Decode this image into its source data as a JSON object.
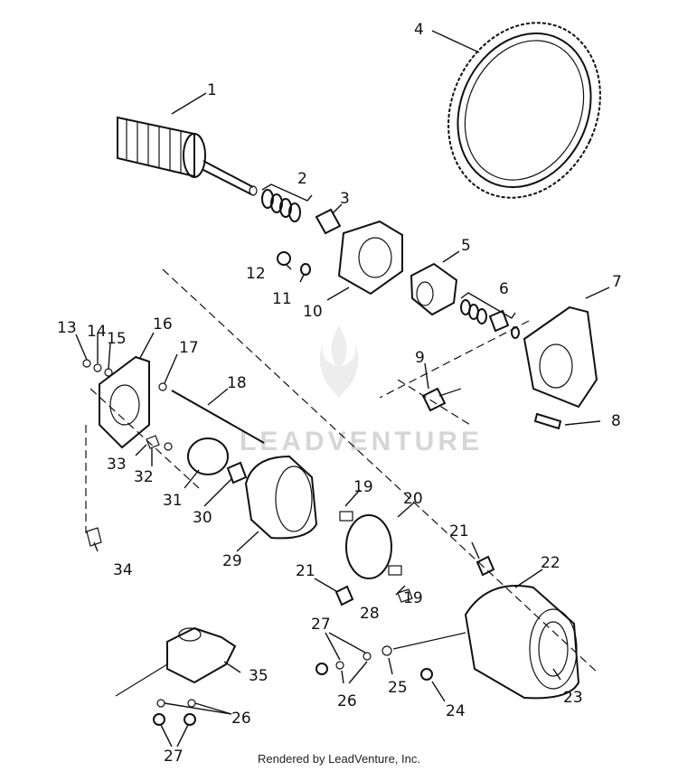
{
  "diagram": {
    "watermark": "LEADVENTURE",
    "footer": "Rendered by LeadVenture, Inc.",
    "callouts": {
      "c1": "1",
      "c2": "2",
      "c3": "3",
      "c4": "4",
      "c5": "5",
      "c6": "6",
      "c7": "7",
      "c8": "8",
      "c9": "9",
      "c10": "10",
      "c11": "11",
      "c12": "12",
      "c13": "13",
      "c14": "14",
      "c15": "15",
      "c16": "16",
      "c17": "17",
      "c18": "18",
      "c19a": "19",
      "c19b": "19",
      "c20": "20",
      "c21a": "21",
      "c21b": "21",
      "c22": "22",
      "c23": "23",
      "c24": "24",
      "c25": "25",
      "c26a": "26",
      "c26b": "26",
      "c27a": "27",
      "c27b": "27",
      "c28": "28",
      "c29": "29",
      "c30": "30",
      "c31": "31",
      "c32": "32",
      "c33": "33",
      "c34": "34",
      "c35": "35"
    }
  }
}
